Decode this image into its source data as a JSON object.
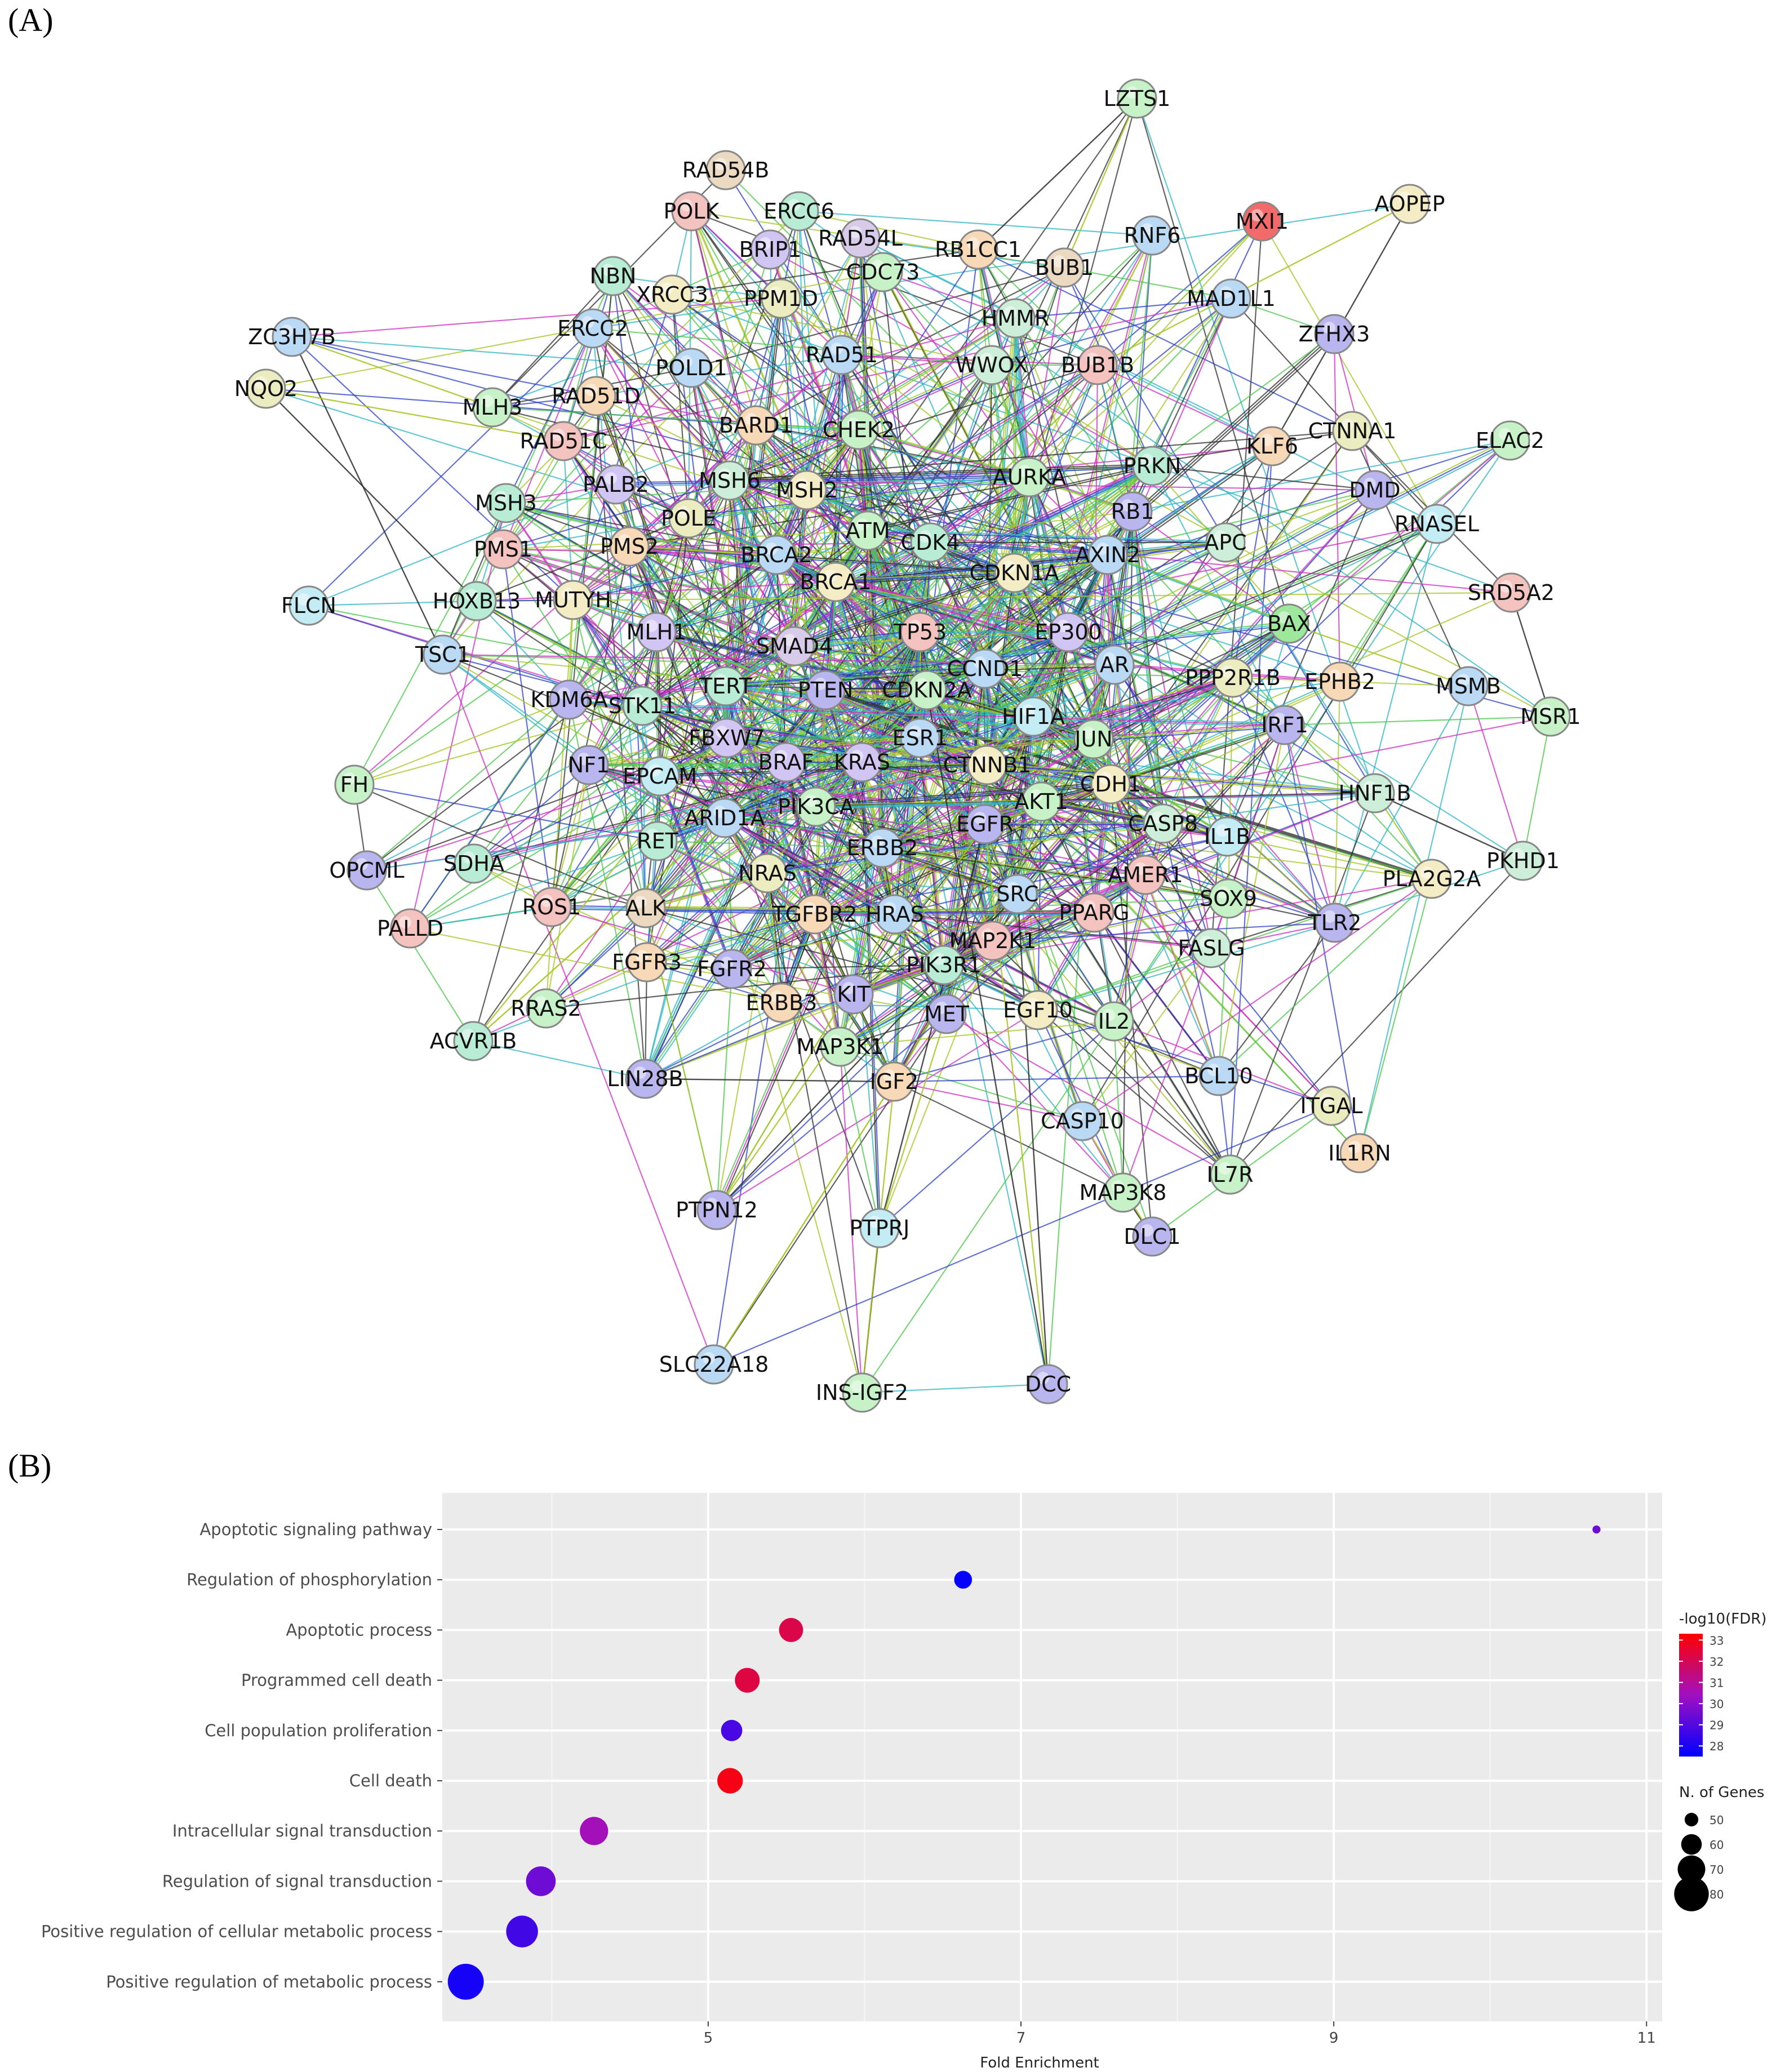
{
  "panels": {
    "a": "(A)",
    "b": "(B)"
  },
  "network": {
    "node_colors": [
      "#b9d9f5",
      "#c7f1c7",
      "#f7d9b8",
      "#d1c6f3",
      "#b8ecd5",
      "#f4c3bf",
      "#ececc1",
      "#c3ecf4",
      "#d8cbe9",
      "#f3ecc4",
      "#ecd9c1",
      "#cdeed8",
      "#f1c2ee",
      "#f26a6a",
      "#9de89d",
      "#b9b6ef"
    ],
    "node_stroke": "#888888",
    "edge_colors": [
      "#a6c625",
      "#2d2d2d",
      "#cc2fc0",
      "#2fb4c6",
      "#2f42c6",
      "#4cc64c"
    ],
    "nodes": [
      {
        "id": "LZTS1",
        "c": 1
      },
      {
        "id": "AOPEP",
        "c": 9
      },
      {
        "id": "MXI1",
        "c": 13
      },
      {
        "id": "RNF6",
        "c": 0
      },
      {
        "id": "RAD54B",
        "c": 10
      },
      {
        "id": "POLK",
        "c": 5
      },
      {
        "id": "ERCC6",
        "c": 4
      },
      {
        "id": "BRIP1",
        "c": 3
      },
      {
        "id": "RAD54L",
        "c": 8
      },
      {
        "id": "RB1CC1",
        "c": 2
      },
      {
        "id": "BUB1",
        "c": 10
      },
      {
        "id": "MAD1L1",
        "c": 0
      },
      {
        "id": "NBN",
        "c": 4
      },
      {
        "id": "XRCC3",
        "c": 9
      },
      {
        "id": "CDC73",
        "c": 1
      },
      {
        "id": "PPM1D",
        "c": 6
      },
      {
        "id": "HMMR",
        "c": 11
      },
      {
        "id": "ZFHX3",
        "c": 15
      },
      {
        "id": "ZC3H7B",
        "c": 0
      },
      {
        "id": "ERCC2",
        "c": 0
      },
      {
        "id": "POLD1",
        "c": 0
      },
      {
        "id": "RAD51",
        "c": 0
      },
      {
        "id": "WWOX",
        "c": 11
      },
      {
        "id": "BUB1B",
        "c": 5
      },
      {
        "id": "NQO2",
        "c": 6
      },
      {
        "id": "MLH3",
        "c": 1
      },
      {
        "id": "RAD51D",
        "c": 2
      },
      {
        "id": "BARD1",
        "c": 2
      },
      {
        "id": "CHEK2",
        "c": 1
      },
      {
        "id": "KLF6",
        "c": 2
      },
      {
        "id": "CTNNA1",
        "c": 6
      },
      {
        "id": "ELAC2",
        "c": 1
      },
      {
        "id": "RAD51C",
        "c": 5
      },
      {
        "id": "MSH3",
        "c": 4
      },
      {
        "id": "PALB2",
        "c": 3
      },
      {
        "id": "MSH6",
        "c": 11
      },
      {
        "id": "MSH2",
        "c": 9
      },
      {
        "id": "AURKA",
        "c": 1
      },
      {
        "id": "PRKN",
        "c": 4
      },
      {
        "id": "DMD",
        "c": 15
      },
      {
        "id": "RB1",
        "c": 15
      },
      {
        "id": "RNASEL",
        "c": 7
      },
      {
        "id": "PMS1",
        "c": 5
      },
      {
        "id": "PMS2",
        "c": 2
      },
      {
        "id": "POLE",
        "c": 6
      },
      {
        "id": "ATM",
        "c": 1
      },
      {
        "id": "CDK4",
        "c": 4
      },
      {
        "id": "AXIN2",
        "c": 0
      },
      {
        "id": "APC",
        "c": 11
      },
      {
        "id": "BRCA2",
        "c": 0
      },
      {
        "id": "BRCA1",
        "c": 9
      },
      {
        "id": "CDKN1A",
        "c": 9
      },
      {
        "id": "SRD5A2",
        "c": 5
      },
      {
        "id": "FLCN",
        "c": 7
      },
      {
        "id": "HOXB13",
        "c": 4
      },
      {
        "id": "MUTYH",
        "c": 9
      },
      {
        "id": "MLH1",
        "c": 3
      },
      {
        "id": "SMAD4",
        "c": 8
      },
      {
        "id": "TP53",
        "c": 5
      },
      {
        "id": "EP300",
        "c": 3
      },
      {
        "id": "BAX",
        "c": 14
      },
      {
        "id": "TSC1",
        "c": 0
      },
      {
        "id": "AR",
        "c": 0
      },
      {
        "id": "CCND1",
        "c": 0
      },
      {
        "id": "TERT",
        "c": 4
      },
      {
        "id": "PTEN",
        "c": 15
      },
      {
        "id": "CDKN2A",
        "c": 1
      },
      {
        "id": "PPP2R1B",
        "c": 6
      },
      {
        "id": "EPHB2",
        "c": 2
      },
      {
        "id": "MSMB",
        "c": 0
      },
      {
        "id": "KDM6A",
        "c": 15
      },
      {
        "id": "STK11",
        "c": 4
      },
      {
        "id": "HIF1A",
        "c": 7
      },
      {
        "id": "MSR1",
        "c": 1
      },
      {
        "id": "IRF1",
        "c": 15
      },
      {
        "id": "ESR1",
        "c": 0
      },
      {
        "id": "FBXW7",
        "c": 3
      },
      {
        "id": "JUN",
        "c": 1
      },
      {
        "id": "NF1",
        "c": 15
      },
      {
        "id": "BRAF",
        "c": 3
      },
      {
        "id": "KRAS",
        "c": 3
      },
      {
        "id": "CTNNB1",
        "c": 9
      },
      {
        "id": "EPCAM",
        "c": 7
      },
      {
        "id": "FH",
        "c": 1
      },
      {
        "id": "CDH1",
        "c": 9
      },
      {
        "id": "HNF1B",
        "c": 11
      },
      {
        "id": "AKT1",
        "c": 1
      },
      {
        "id": "ARID1A",
        "c": 0
      },
      {
        "id": "PIK3CA",
        "c": 1
      },
      {
        "id": "EGFR",
        "c": 15
      },
      {
        "id": "CASP8",
        "c": 11
      },
      {
        "id": "IL1B",
        "c": 7
      },
      {
        "id": "PKHD1",
        "c": 11
      },
      {
        "id": "OPCML",
        "c": 15
      },
      {
        "id": "SDHA",
        "c": 4
      },
      {
        "id": "RET",
        "c": 4
      },
      {
        "id": "ERBB2",
        "c": 0
      },
      {
        "id": "NRAS",
        "c": 6
      },
      {
        "id": "AMER1",
        "c": 5
      },
      {
        "id": "PLA2G2A",
        "c": 9
      },
      {
        "id": "SRC",
        "c": 0
      },
      {
        "id": "ROS1",
        "c": 5
      },
      {
        "id": "ALK",
        "c": 10
      },
      {
        "id": "TGFBR2",
        "c": 2
      },
      {
        "id": "HRAS",
        "c": 0
      },
      {
        "id": "PPARG",
        "c": 5
      },
      {
        "id": "SOX9",
        "c": 1
      },
      {
        "id": "PALLD",
        "c": 5
      },
      {
        "id": "TLR2",
        "c": 15
      },
      {
        "id": "MAP2K1",
        "c": 5
      },
      {
        "id": "FASLG",
        "c": 11
      },
      {
        "id": "FGFR3",
        "c": 2
      },
      {
        "id": "FGFR2",
        "c": 15
      },
      {
        "id": "PIK3R1",
        "c": 4
      },
      {
        "id": "KIT",
        "c": 15
      },
      {
        "id": "RRAS2",
        "c": 1
      },
      {
        "id": "ERBB3",
        "c": 2
      },
      {
        "id": "EGF10",
        "c": 9
      },
      {
        "id": "MET",
        "c": 15
      },
      {
        "id": "IL2",
        "c": 1
      },
      {
        "id": "ACVR1B",
        "c": 4
      },
      {
        "id": "MAP3K1",
        "c": 1
      },
      {
        "id": "BCL10",
        "c": 0
      },
      {
        "id": "LIN28B",
        "c": 15
      },
      {
        "id": "IGF2",
        "c": 2
      },
      {
        "id": "ITGAL",
        "c": 6
      },
      {
        "id": "CASP10",
        "c": 0
      },
      {
        "id": "IL1RN",
        "c": 2
      },
      {
        "id": "IL7R",
        "c": 1
      },
      {
        "id": "MAP3K8",
        "c": 1
      },
      {
        "id": "PTPN12",
        "c": 15
      },
      {
        "id": "PTPRJ",
        "c": 7
      },
      {
        "id": "DLC1",
        "c": 15
      },
      {
        "id": "SLC22A18",
        "c": 0
      },
      {
        "id": "INS-IGF2",
        "c": 1
      },
      {
        "id": "DCC",
        "c": 15
      }
    ]
  },
  "chart_data": {
    "type": "scatter",
    "title": "",
    "xlabel": "Fold Enrichment",
    "ylabel": "",
    "xlim": [
      3.3,
      11.1
    ],
    "x_ticks": [
      5,
      7,
      9,
      11
    ],
    "grid": true,
    "categories": [
      "Apoptotic signaling pathway",
      "Regulation of phosphorylation",
      "Apoptotic process",
      "Programmed cell death",
      "Cell population proliferation",
      "Cell death",
      "Intracellular signal transduction",
      "Regulation of signal transduction",
      "Positive regulation of cellular metabolic process",
      "Positive regulation of metabolic process"
    ],
    "points": [
      {
        "term": "Apoptotic signaling pathway",
        "fold_enrichment": 10.68,
        "neg_log10_fdr": 29.5,
        "n_genes": 42
      },
      {
        "term": "Regulation of phosphorylation",
        "fold_enrichment": 6.63,
        "neg_log10_fdr": 27.6,
        "n_genes": 56
      },
      {
        "term": "Apoptotic process",
        "fold_enrichment": 5.53,
        "neg_log10_fdr": 32.2,
        "n_genes": 65
      },
      {
        "term": "Programmed cell death",
        "fold_enrichment": 5.25,
        "neg_log10_fdr": 32.3,
        "n_genes": 66
      },
      {
        "term": "Cell population proliferation",
        "fold_enrichment": 5.15,
        "neg_log10_fdr": 28.8,
        "n_genes": 61
      },
      {
        "term": "Cell death",
        "fold_enrichment": 5.14,
        "neg_log10_fdr": 33.0,
        "n_genes": 67
      },
      {
        "term": "Intracellular signal transduction",
        "fold_enrichment": 4.27,
        "neg_log10_fdr": 30.5,
        "n_genes": 71
      },
      {
        "term": "Regulation of signal transduction",
        "fold_enrichment": 3.93,
        "neg_log10_fdr": 29.5,
        "n_genes": 73
      },
      {
        "term": "Positive regulation of cellular metabolic process",
        "fold_enrichment": 3.81,
        "neg_log10_fdr": 28.7,
        "n_genes": 76
      },
      {
        "term": "Positive regulation of metabolic process",
        "fold_enrichment": 3.45,
        "neg_log10_fdr": 27.9,
        "n_genes": 82
      }
    ],
    "color_legend": {
      "title": "-log10(FDR)",
      "ticks": [
        33,
        32,
        31,
        30,
        29,
        28
      ],
      "range": [
        27.5,
        33.3
      ],
      "low_color": "#0000ff",
      "mid_color": "#a010c0",
      "high_color": "#ff0000"
    },
    "size_legend": {
      "title": "N. of Genes",
      "values": [
        50,
        60,
        70,
        80
      ]
    },
    "legend_position": "right"
  }
}
